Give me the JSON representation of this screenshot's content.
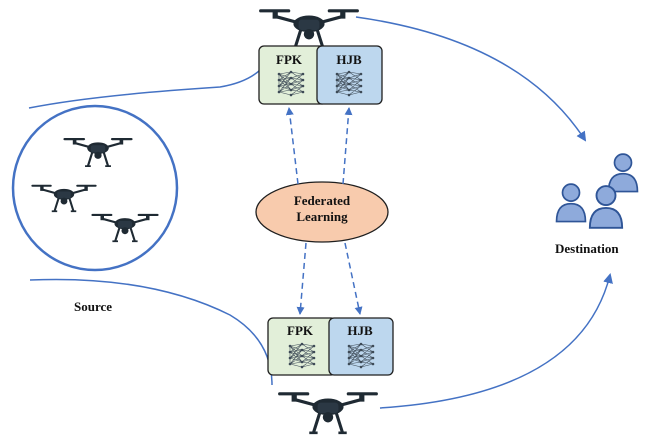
{
  "labels": {
    "source": "Source",
    "destination": "Destination",
    "federated_line1": "Federated",
    "federated_line2": "Learning"
  },
  "top_module": {
    "left": "FPK",
    "right": "HJB"
  },
  "bottom_module": {
    "left": "FPK",
    "right": "HJB"
  },
  "colors": {
    "arrow": "#4472c4",
    "fpk_fill": "#e2efd9",
    "hjb_fill": "#bdd7ee",
    "ellipse_fill": "#f8cbad",
    "person_fill": "#8eaadb",
    "drone": "#1f2a33"
  },
  "icons": [
    "drone-icon",
    "neural-net-icon",
    "users-icon"
  ]
}
